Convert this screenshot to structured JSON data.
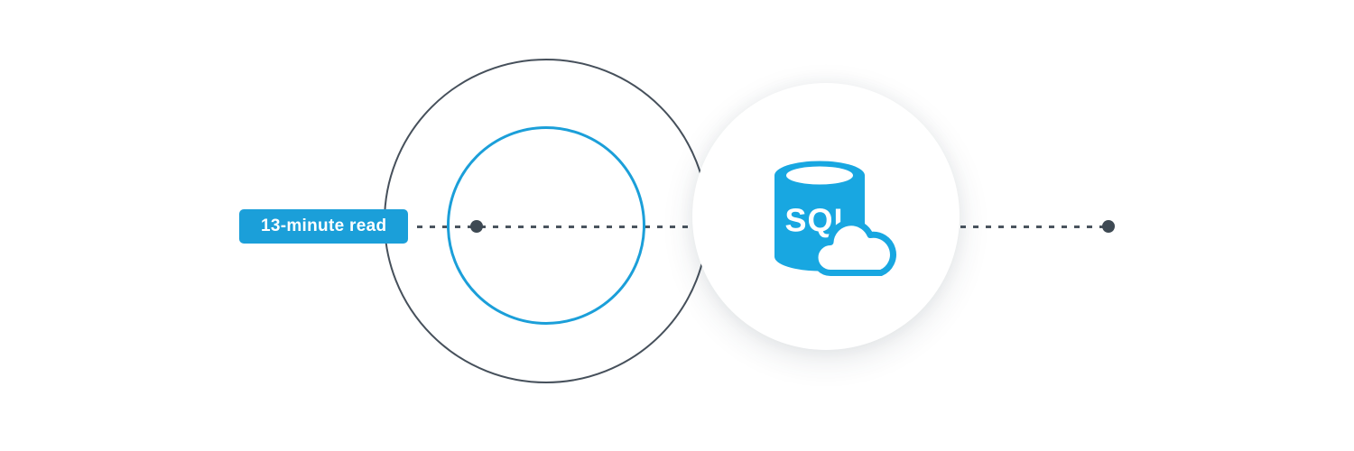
{
  "badge": {
    "label": "13-minute read",
    "background": "#1B9FD9",
    "text_color": "#FFFFFF"
  },
  "icon": {
    "name": "sql-database-with-cloud",
    "label": "SQL",
    "color": "#18A7E1",
    "container_background": "#FFFFFF"
  },
  "timeline": {
    "line_color": "#4A545E",
    "line_style": "dashed",
    "dot_color": "#3E4953",
    "dot_count": 2
  },
  "circles": {
    "outer_outline_color": "#46505B",
    "inner_outline_color": "#1B9FD9"
  },
  "background": "#FFFFFF"
}
